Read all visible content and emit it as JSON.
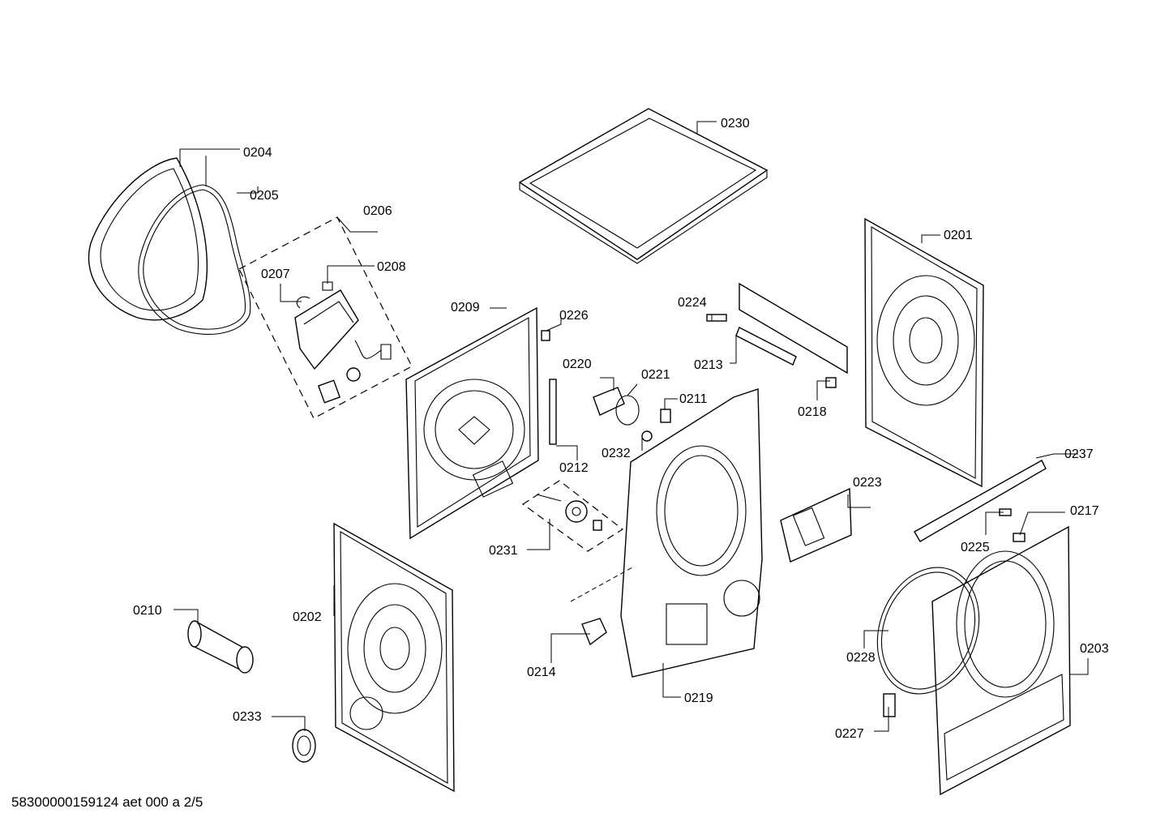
{
  "labels": {
    "p0201": "0201",
    "p0202": "0202",
    "p0203": "0203",
    "p0204": "0204",
    "p0205": "0205",
    "p0206": "0206",
    "p0207": "0207",
    "p0208": "0208",
    "p0209": "0209",
    "p0210": "0210",
    "p0211": "0211",
    "p0212": "0212",
    "p0213": "0213",
    "p0214": "0214",
    "p0217": "0217",
    "p0218": "0218",
    "p0219": "0219",
    "p0220": "0220",
    "p0221": "0221",
    "p0223": "0223",
    "p0224": "0224",
    "p0225": "0225",
    "p0226": "0226",
    "p0227": "0227",
    "p0228": "0228",
    "p0230": "0230",
    "p0231": "0231",
    "p0232": "0232",
    "p0233": "0233",
    "p0237": "0237"
  },
  "footer": "58300000159124 aet 000 a 2/5"
}
